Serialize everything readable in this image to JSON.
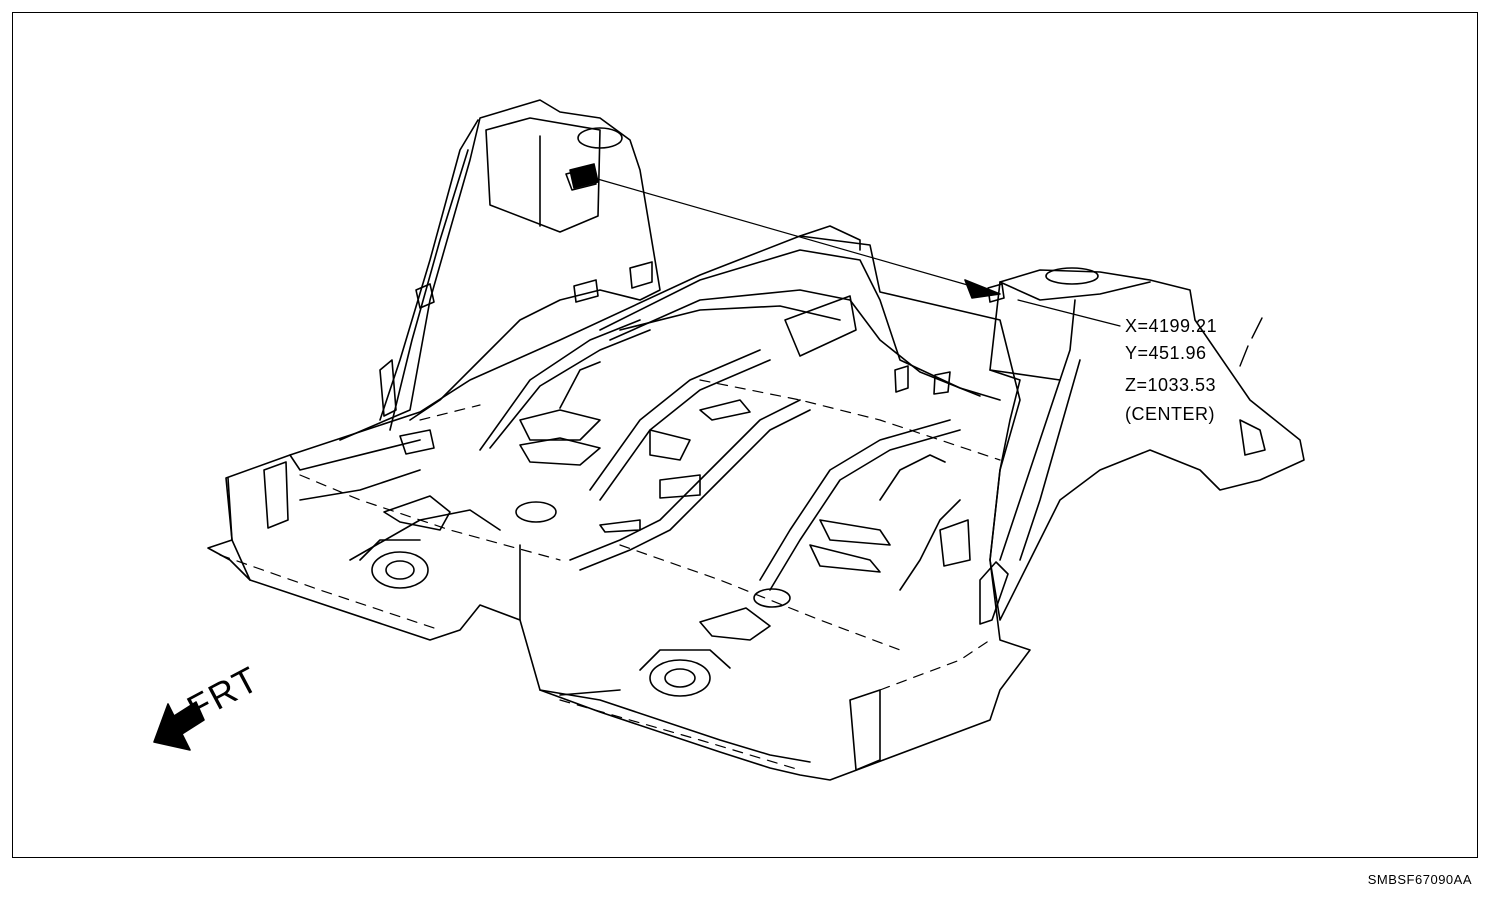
{
  "measurement": {
    "x_label": "X=4199.21",
    "y_label": "Y=451.96",
    "z_label": "Z=1033.53",
    "position_note": "(CENTER)"
  },
  "orientation": {
    "label": "FRT"
  },
  "figure_code": "SMBSF67090AA",
  "colors": {
    "line": "#000000",
    "background": "#ffffff"
  }
}
